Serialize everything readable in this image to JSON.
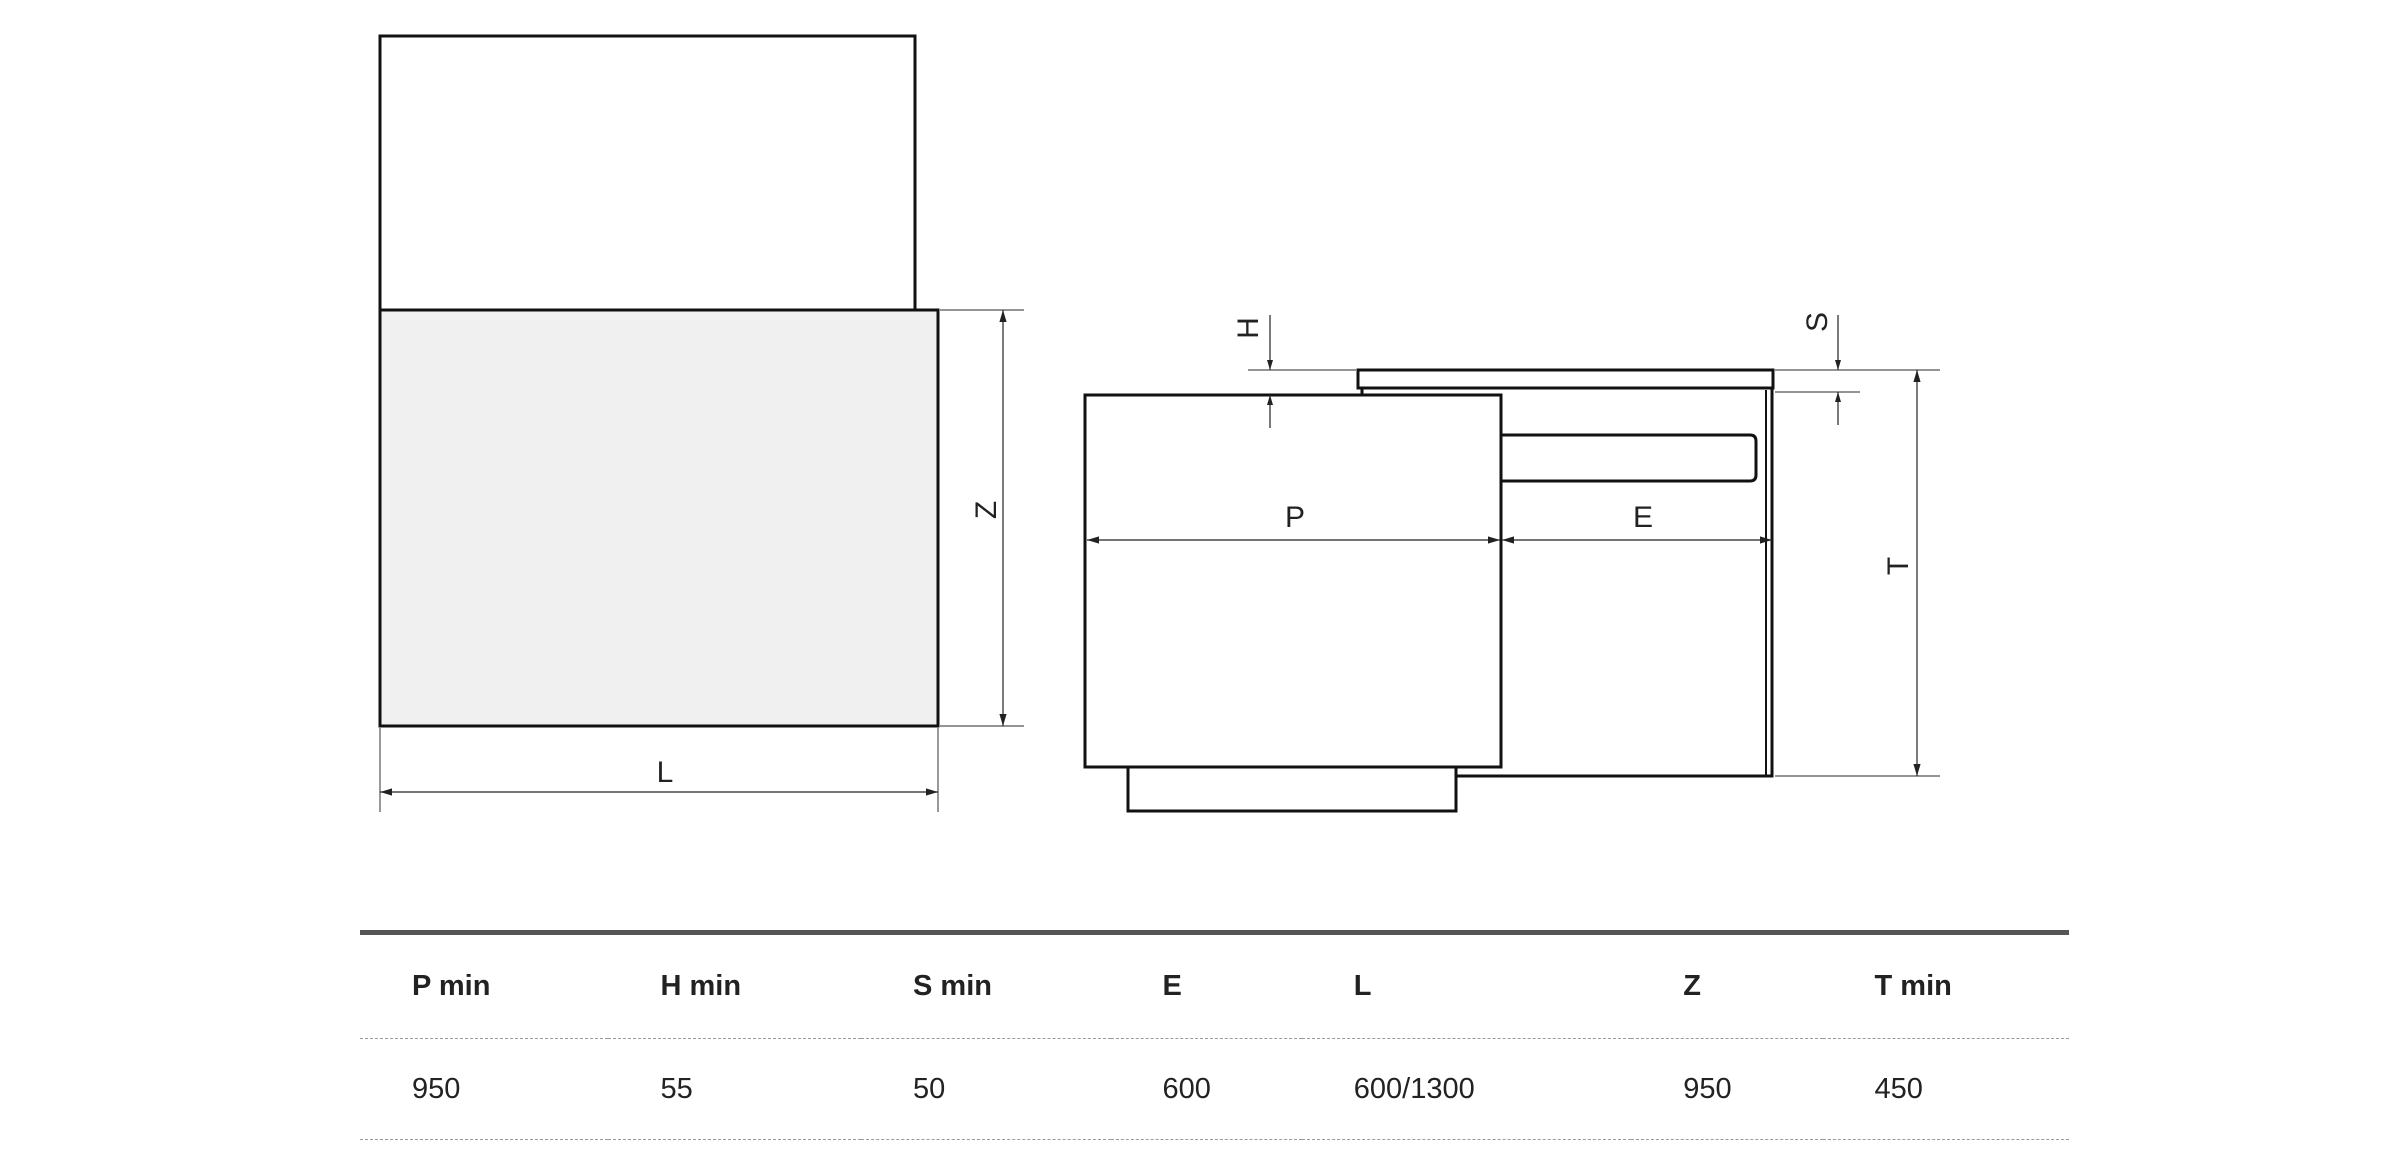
{
  "drawing": {
    "labels": {
      "L": "L",
      "Z": "Z",
      "P": "P",
      "E": "E",
      "H": "H",
      "S": "S",
      "T": "T"
    }
  },
  "table": {
    "headers": [
      "P min",
      "H min",
      "S min",
      "E",
      "L",
      "Z",
      "T min"
    ],
    "rows": [
      [
        "950",
        "55",
        "50",
        "600",
        "600/1300",
        "950",
        "450"
      ]
    ]
  }
}
